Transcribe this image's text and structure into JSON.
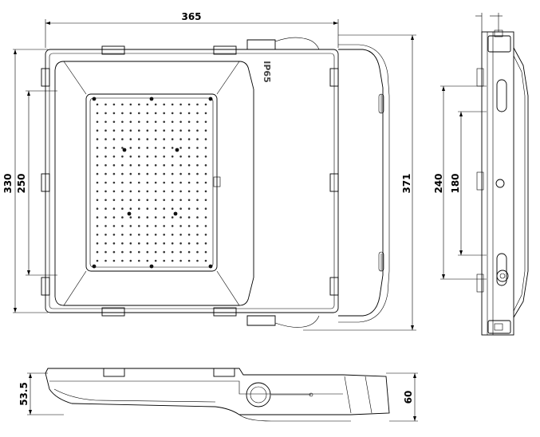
{
  "drawing": {
    "dimensions": {
      "width_front": "365",
      "height_outer": "330",
      "height_inner": "250",
      "height_total": "371",
      "side_height": "240",
      "side_inner": "180",
      "bottom_left": "53.5",
      "bottom_right": "60"
    },
    "rating_label": "IP65"
  }
}
